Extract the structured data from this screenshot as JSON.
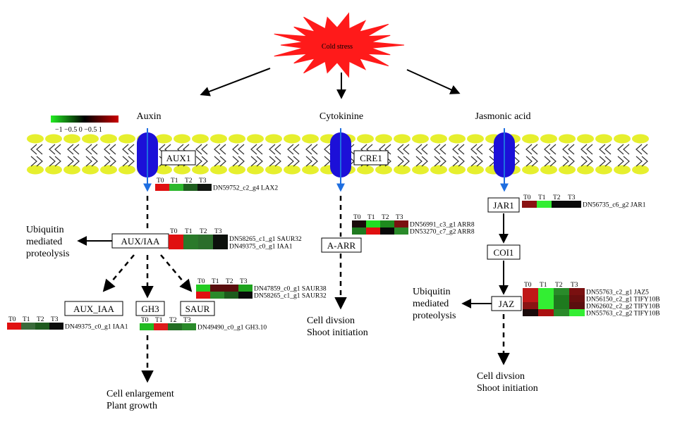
{
  "stress": "Cold stress",
  "legend": {
    "scale": "−1 −0.5 0 −0.5 1",
    "colors": [
      "#22ee22",
      "#000000",
      "#cc0000"
    ]
  },
  "hormones": {
    "auxin": "Auxin",
    "cytokinine": "Cytokinine",
    "ja": "Jasmonic acid"
  },
  "boxes": {
    "aux1": "AUX1",
    "cre1": "CRE1",
    "jar1": "JAR1",
    "coi1": "COI1",
    "jaz": "JAZ",
    "auxiaa": "AUX/IAA",
    "aarr": "A-ARR",
    "aux_iaa": "AUX_IAA",
    "gh3": "GH3",
    "saur": "SAUR"
  },
  "outcomes": {
    "ubiq_left": [
      "Ubiquitin",
      "mediated",
      "proteolysis"
    ],
    "ubiq_right": [
      "Ubiquitin",
      "mediated",
      "proteolysis"
    ],
    "cell_div_mid": [
      "Cell divsion",
      "Shoot initiation"
    ],
    "cell_div_right": [
      "Cell divsion",
      "Shoot initiation"
    ],
    "cell_enl": [
      "Cell enlargement",
      "Plant growth"
    ]
  },
  "heatmaps": {
    "columns": [
      "T0",
      "T1",
      "T2",
      "T3"
    ],
    "lax2": {
      "rows": [
        {
          "gene": "DN59752_c2_g4  LAX2",
          "colors": [
            "#e01010",
            "#2db82d",
            "#1f5e1f",
            "#101510"
          ]
        }
      ]
    },
    "auxiaa": {
      "rows": [
        {
          "gene": "DN58265_c1_g1  SAUR32",
          "colors": [
            "#e01010",
            "#2a7a2a",
            "#2b6e2b",
            "#0c100c"
          ]
        },
        {
          "gene": "DN49375_c0_g1  IAA1",
          "colors": [
            "#e01010",
            "#2a7a2a",
            "#2b6e2b",
            "#0c100c"
          ]
        }
      ]
    },
    "saur": {
      "rows": [
        {
          "gene": "DN47859_c0_g1  SAUR38",
          "colors": [
            "#22cc22",
            "#5a0e0e",
            "#5a0e0e",
            "#1fa31f"
          ]
        },
        {
          "gene": "DN58265_c1_g1  SAUR32",
          "colors": [
            "#e01010",
            "#2a8a2a",
            "#1c5c1c",
            "#0a0a0a"
          ]
        }
      ]
    },
    "iaa1": {
      "rows": [
        {
          "gene": "DN49375_c0_g1  IAA1",
          "colors": [
            "#e01010",
            "#3a6a3a",
            "#1e5a1e",
            "#0a0c0a"
          ]
        }
      ]
    },
    "gh3": {
      "rows": [
        {
          "gene": "DN49490_c0_g1  GH3.10",
          "colors": [
            "#22bb22",
            "#dd1a1a",
            "#246e24",
            "#2a8a2a"
          ]
        }
      ]
    },
    "arr": {
      "rows": [
        {
          "gene": "DN56991_c3_g1  ARR8",
          "colors": [
            "#1a0a0a",
            "#22dd22",
            "#1e8a1e",
            "#7a1010"
          ]
        },
        {
          "gene": "DN53270_c7_g2  ARR8",
          "colors": [
            "#1f7a1f",
            "#e01010",
            "#080808",
            "#2a8a2a"
          ]
        }
      ]
    },
    "jar1": {
      "rows": [
        {
          "gene": "DN56735_c6_g2  JAR1",
          "colors": [
            "#8a1212",
            "#33ee33",
            "#0a0a0a",
            "#0a0a0a"
          ]
        }
      ]
    },
    "jaz": {
      "rows": [
        {
          "gene": "DN55763_c2_g1  JAZ5",
          "colors": [
            "#c01818",
            "#33ee33",
            "#2a8a2a",
            "#7a1010"
          ]
        },
        {
          "gene": "DN56150_c2_g1  TIFY10B",
          "colors": [
            "#c01818",
            "#33ee33",
            "#1e7a1e",
            "#6a0e0e"
          ]
        },
        {
          "gene": "DN62602_c2_g2  TIFY10B",
          "colors": [
            "#8a1414",
            "#33ee33",
            "#1e7a1e",
            "#5a0e0e"
          ]
        },
        {
          "gene": "DN55763_c2_g2  TIFY10B",
          "colors": [
            "#1a0a0a",
            "#aa1010",
            "#2a8a2a",
            "#33ee33"
          ]
        }
      ]
    }
  }
}
